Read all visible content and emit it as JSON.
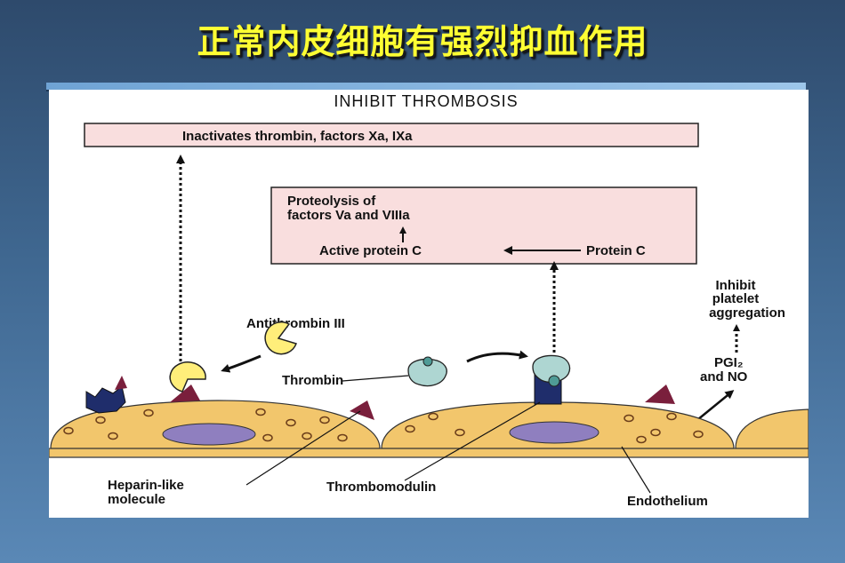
{
  "slide": {
    "title": "正常内皮细胞有强烈抑血作用"
  },
  "diagram": {
    "header": "INHIBIT THROMBOSIS",
    "box_top": "Inactivates thrombin, factors Xa, IXa",
    "box_protein": {
      "line1": "Proteolysis of",
      "line2": "factors Va and VIIIa",
      "active_protein_c": "Active protein C",
      "protein_c": "Protein C"
    },
    "labels": {
      "antithrombin": "Antithrombin III",
      "thrombin": "Thrombin",
      "inhibit_line1": "Inhibit",
      "inhibit_line2": "platelet",
      "inhibit_line3": "aggregation",
      "pgi2": "PGI₂",
      "and_no": "and NO",
      "heparin_line1": "Heparin-like",
      "heparin_line2": "molecule",
      "thrombomodulin": "Thrombomodulin",
      "endothelium": "Endothelium"
    },
    "colors": {
      "box_fill": "#f9dede",
      "cell_fill": "#f2c66c",
      "nucleus_fill": "#8f7fbf",
      "antithrombin_fill": "#ffee7a",
      "thrombin_fill": "#aed6d2",
      "receptor_fill": "#1f2d6b",
      "spike_fill": "#7a1f3c"
    }
  }
}
